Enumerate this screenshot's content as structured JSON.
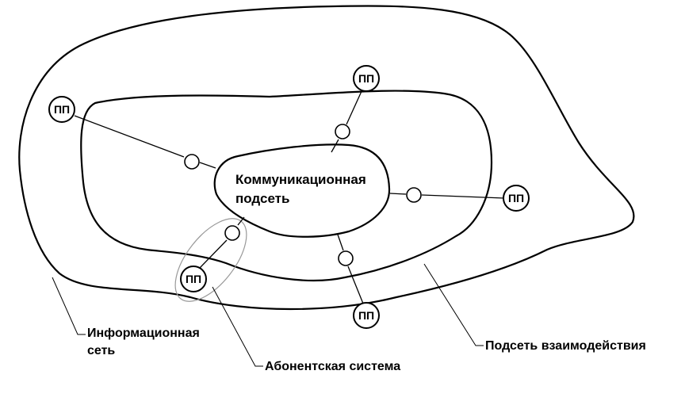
{
  "labels": {
    "core": {
      "line1": "Коммуникационная",
      "line2": "подсеть"
    },
    "node_label": "ПП",
    "information_network": {
      "line1": "Информационная",
      "line2": "сеть"
    },
    "subscriber_system": "Абонентская система",
    "interaction_subnet": "Подсеть взаимодействия"
  },
  "colors": {
    "stroke": "#000000",
    "subscriber_oval": "#999999",
    "background": "#ffffff"
  }
}
